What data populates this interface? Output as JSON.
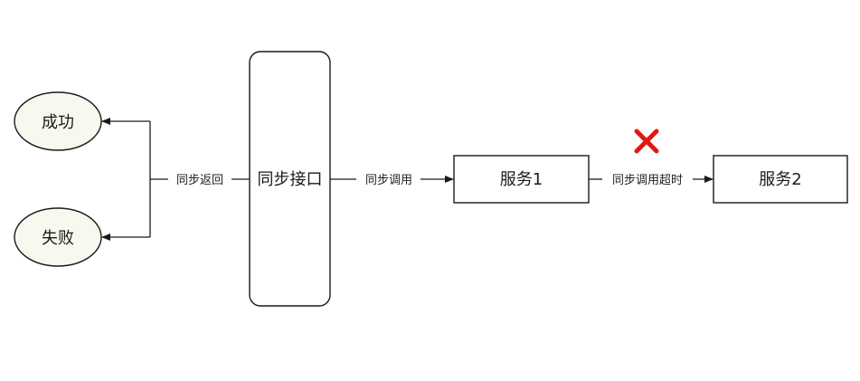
{
  "nodes": {
    "success": "成功",
    "failure": "失败",
    "sync_interface": "同步接口",
    "service1": "服务1",
    "service2": "服务2"
  },
  "edges": {
    "sync_return": "同步返回",
    "sync_call": "同步调用",
    "sync_call_timeout": "同步调用超时"
  },
  "markers": {
    "timeout_cross": {
      "icon": "cross-icon",
      "color": "#e0190f"
    }
  },
  "colors": {
    "ellipse_fill": "#f8f8ef",
    "stroke": "#1a1a1a"
  }
}
